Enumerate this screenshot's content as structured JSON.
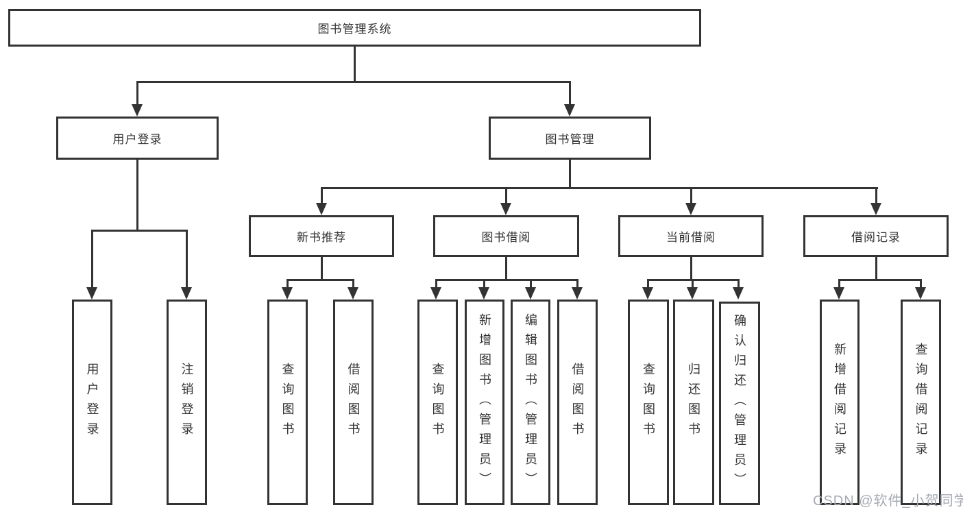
{
  "diagram": {
    "type": "hierarchy-flowchart",
    "colors": {
      "line": "#333333",
      "background": "#ffffff",
      "watermark": "#a6abb2"
    },
    "watermark": "CSDN @软件_小贺同学",
    "nodes": {
      "root": "图书管理系统",
      "user_login": "用户登录",
      "book_mgmt": "图书管理",
      "new_books": "新书推荐",
      "book_borrow": "图书借阅",
      "current_borrow": "当前借阅",
      "borrow_records": "借阅记录",
      "login_user": "用户登录",
      "logout": "注销登录",
      "nb_query": "查询图书",
      "nb_borrow": "借阅图书",
      "bb_query": "查询图书",
      "bb_add": "新增图书（管理员）",
      "bb_edit": "编辑图书（管理员）",
      "bb_borrow": "借阅图书",
      "cb_query": "查询图书",
      "cb_return": "归还图书",
      "cb_confirm": "确认归还（管理员）",
      "br_add": "新增借阅记录",
      "br_query": "查询借阅记录"
    },
    "edges": [
      [
        "root",
        "user_login"
      ],
      [
        "root",
        "book_mgmt"
      ],
      [
        "user_login",
        "login_user"
      ],
      [
        "user_login",
        "logout"
      ],
      [
        "book_mgmt",
        "new_books"
      ],
      [
        "book_mgmt",
        "book_borrow"
      ],
      [
        "book_mgmt",
        "current_borrow"
      ],
      [
        "book_mgmt",
        "borrow_records"
      ],
      [
        "new_books",
        "nb_query"
      ],
      [
        "new_books",
        "nb_borrow"
      ],
      [
        "book_borrow",
        "bb_query"
      ],
      [
        "book_borrow",
        "bb_add"
      ],
      [
        "book_borrow",
        "bb_edit"
      ],
      [
        "book_borrow",
        "bb_borrow"
      ],
      [
        "current_borrow",
        "cb_query"
      ],
      [
        "current_borrow",
        "cb_return"
      ],
      [
        "current_borrow",
        "cb_confirm"
      ],
      [
        "borrow_records",
        "br_add"
      ],
      [
        "borrow_records",
        "br_query"
      ]
    ]
  }
}
